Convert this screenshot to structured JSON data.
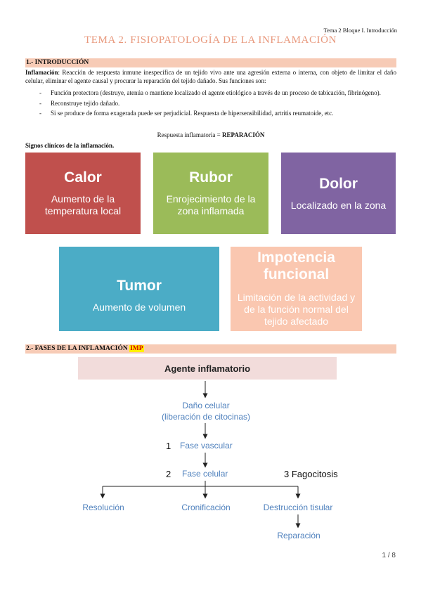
{
  "header": {
    "right": "Tema 2 Bloque I. Introducción"
  },
  "title": "TEMA 2. FISIOPATOLOGÍA DE LA INFLAMACIÓN",
  "section1": {
    "heading": "1.- INTRODUCCIÓN",
    "term": "Inflamación",
    "definition": ": Reacción de respuesta inmune inespecífica de un tejido vivo ante una agresión externa o interna, con objeto de limitar el daño celular, eliminar el agente causal y procurar la reparación del tejido dañado. Sus funciones son:",
    "bullets": [
      "Función protectora (destruye, atenúa o mantiene localizado el agente etiológico a través de un proceso de tabicación, fibrinógeno).",
      "Reconstruye tejido dañado.",
      "Si se produce de forma exagerada puede ser perjudicial. Respuesta de hipersensibilidad, artritis reumatoide, etc."
    ],
    "summary_prefix": "Respuesta inflamatoria = ",
    "summary_bold": "REPARACIÓN",
    "signs_heading": "Signos clínicos de la inflamación."
  },
  "signs": [
    {
      "title": "Calor",
      "desc": "Aumento de la temperatura local",
      "color": "#c0504d"
    },
    {
      "title": "Rubor",
      "desc": "Enrojecimiento de la zona inflamada",
      "color": "#9bbb59"
    },
    {
      "title": "Dolor",
      "desc": "Localizado en la zona",
      "color": "#8064a2"
    },
    {
      "title": "Tumor",
      "desc": "Aumento de volumen",
      "color": "#4bacc6"
    },
    {
      "title": "Impotencia funcional",
      "desc": "Limitación de la actividad y de la función normal del tejido afectado",
      "color": "#fac7b0"
    }
  ],
  "section2": {
    "heading": "2.- FASES DE LA INFLAMACIÓN",
    "badge": "IMP"
  },
  "diagram": {
    "top_box": "Agente inflamatorio",
    "damage_line1": "Daño celular",
    "damage_line2": "(liberación de citocinas)",
    "phase1_num": "1",
    "phase1": "Fase vascular",
    "phase2_num": "2",
    "phase2": "Fase celular",
    "phase3": "3 Fagocitosis",
    "out1": "Resolución",
    "out2": "Cronificación",
    "out3": "Destrucción tisular",
    "final": "Reparación",
    "box_color": "#f2dcdb",
    "text_color": "#4f81bd"
  },
  "footer": {
    "page": "1 / 8"
  }
}
